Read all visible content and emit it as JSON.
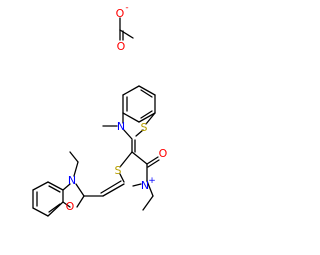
{
  "molecule": {
    "atom_labels": {
      "acetate_oxygen_minus": "O",
      "acetate_charge": "-",
      "acetate_oxygen": "O",
      "btz_sulfur": "S",
      "btz_nitrogen": "N",
      "thz_sulfur": "S",
      "thz_oxygen": "O",
      "thz_nitrogen": "N",
      "thz_charge": "+",
      "bzo_nitrogen": "N",
      "bzo_oxygen": "O"
    },
    "colors": {
      "bond": "#000000",
      "oxygen": "#ff0000",
      "nitrogen": "#0000ff",
      "sulfur": "#b8a000"
    }
  }
}
